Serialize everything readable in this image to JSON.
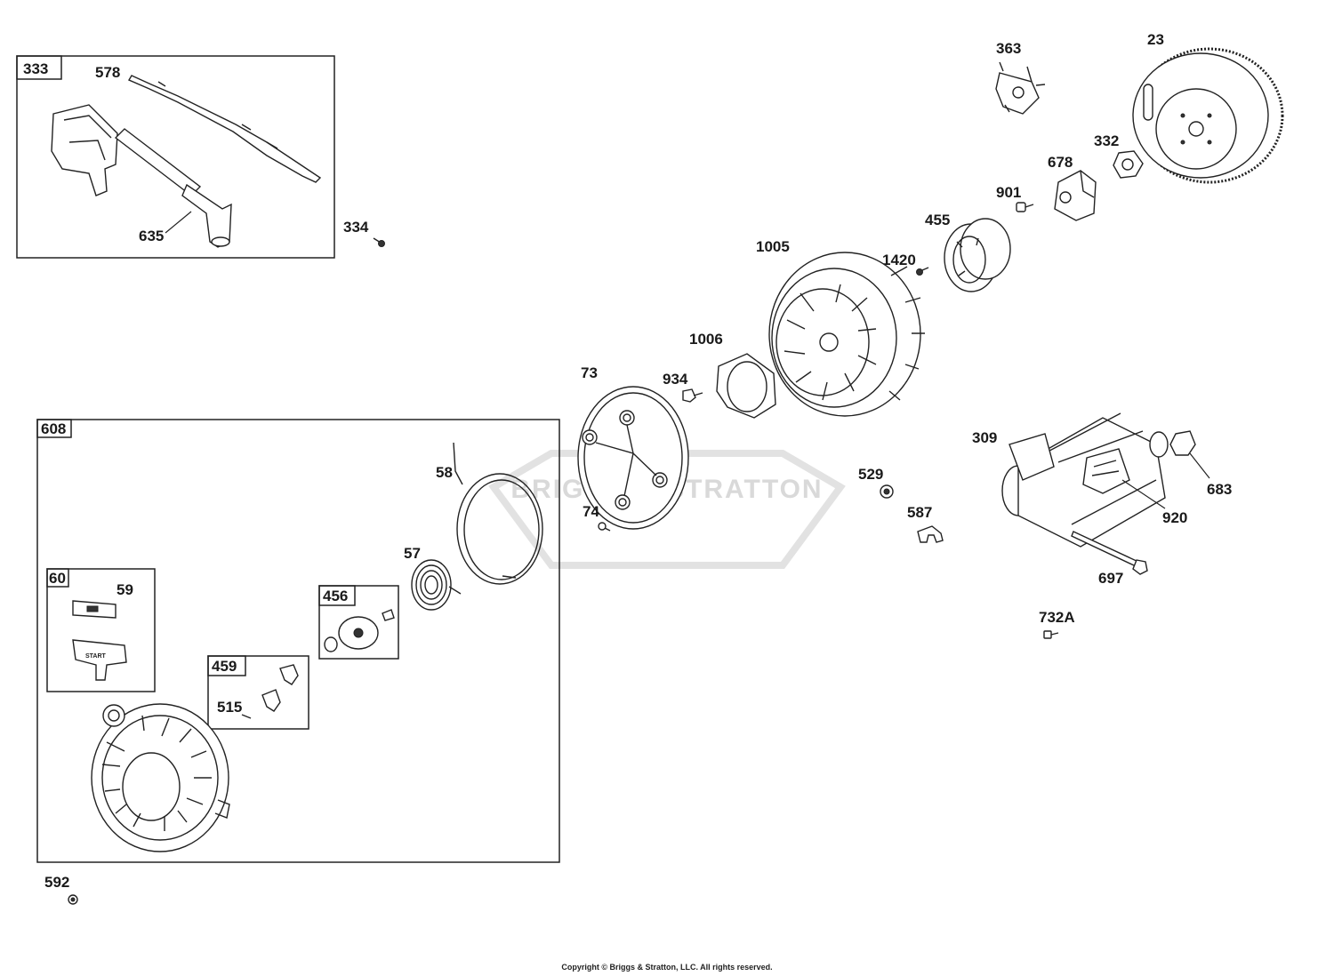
{
  "watermark": "BRIGGS & STRATTON",
  "copyright": "Copyright © Briggs & Stratton, LLC. All rights reserved.",
  "boxes": {
    "b333": "333",
    "b608": "608",
    "b60": "60",
    "b456": "456",
    "b459": "459"
  },
  "labels": {
    "p578": "578",
    "p635": "635",
    "p334": "334",
    "p363": "363",
    "p23": "23",
    "p332": "332",
    "p678": "678",
    "p901": "901",
    "p455": "455",
    "p1420": "1420",
    "p1005": "1005",
    "p1006": "1006",
    "p934": "934",
    "p73": "73",
    "p309": "309",
    "p683": "683",
    "p920": "920",
    "p529": "529",
    "p587": "587",
    "p697": "697",
    "p732a": "732A",
    "p58": "58",
    "p74": "74",
    "p57": "57",
    "p59": "59",
    "p515": "515",
    "p592": "592",
    "start_text": "START"
  }
}
